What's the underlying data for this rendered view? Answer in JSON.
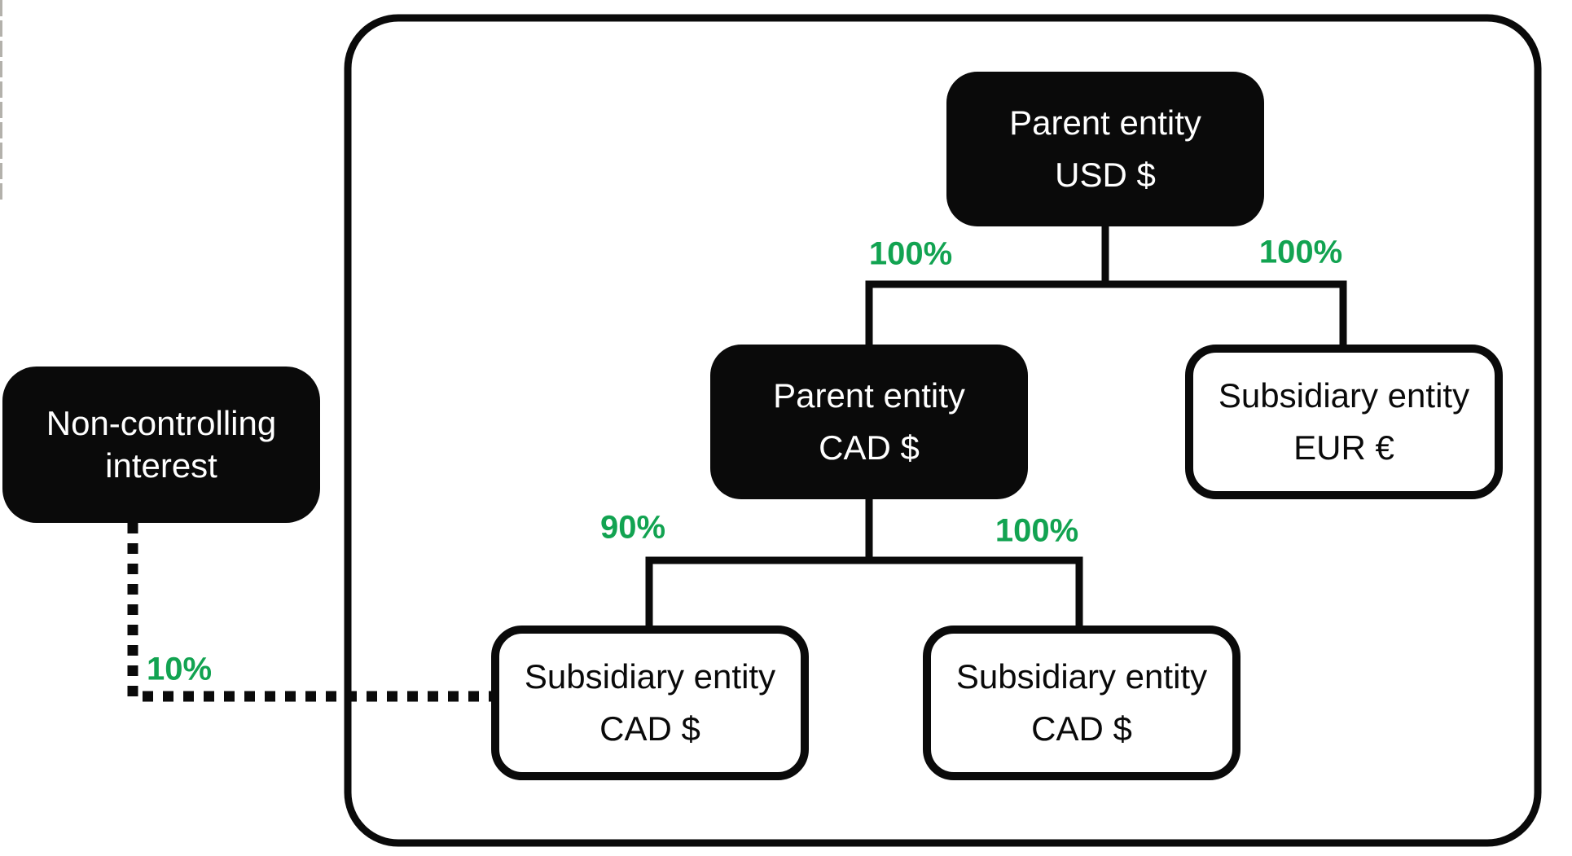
{
  "nodes": {
    "parent_usd": {
      "line1": "Parent entity",
      "line2": "USD $"
    },
    "parent_cad": {
      "line1": "Parent entity",
      "line2": "CAD $"
    },
    "sub_eur": {
      "line1": "Subsidiary entity",
      "line2": "EUR €"
    },
    "sub_cad_left": {
      "line1": "Subsidiary entity",
      "line2": "CAD $"
    },
    "sub_cad_right": {
      "line1": "Subsidiary entity",
      "line2": "CAD $"
    },
    "nci": {
      "line1": "Non-controlling",
      "line2": "interest"
    }
  },
  "ownership_labels": {
    "usd_to_cad": "100%",
    "usd_to_eur": "100%",
    "cad_to_sub_left": "90%",
    "cad_to_sub_right": "100%",
    "nci_to_sub_left": "10%"
  },
  "colors": {
    "node_dark_bg": "#0a0a0a",
    "node_dark_text": "#ffffff",
    "node_light_bg": "#ffffff",
    "node_light_text": "#0a0a0a",
    "connector_line": "#0a0a0a",
    "ownership_green": "#12a351",
    "background": "#ffffff"
  }
}
